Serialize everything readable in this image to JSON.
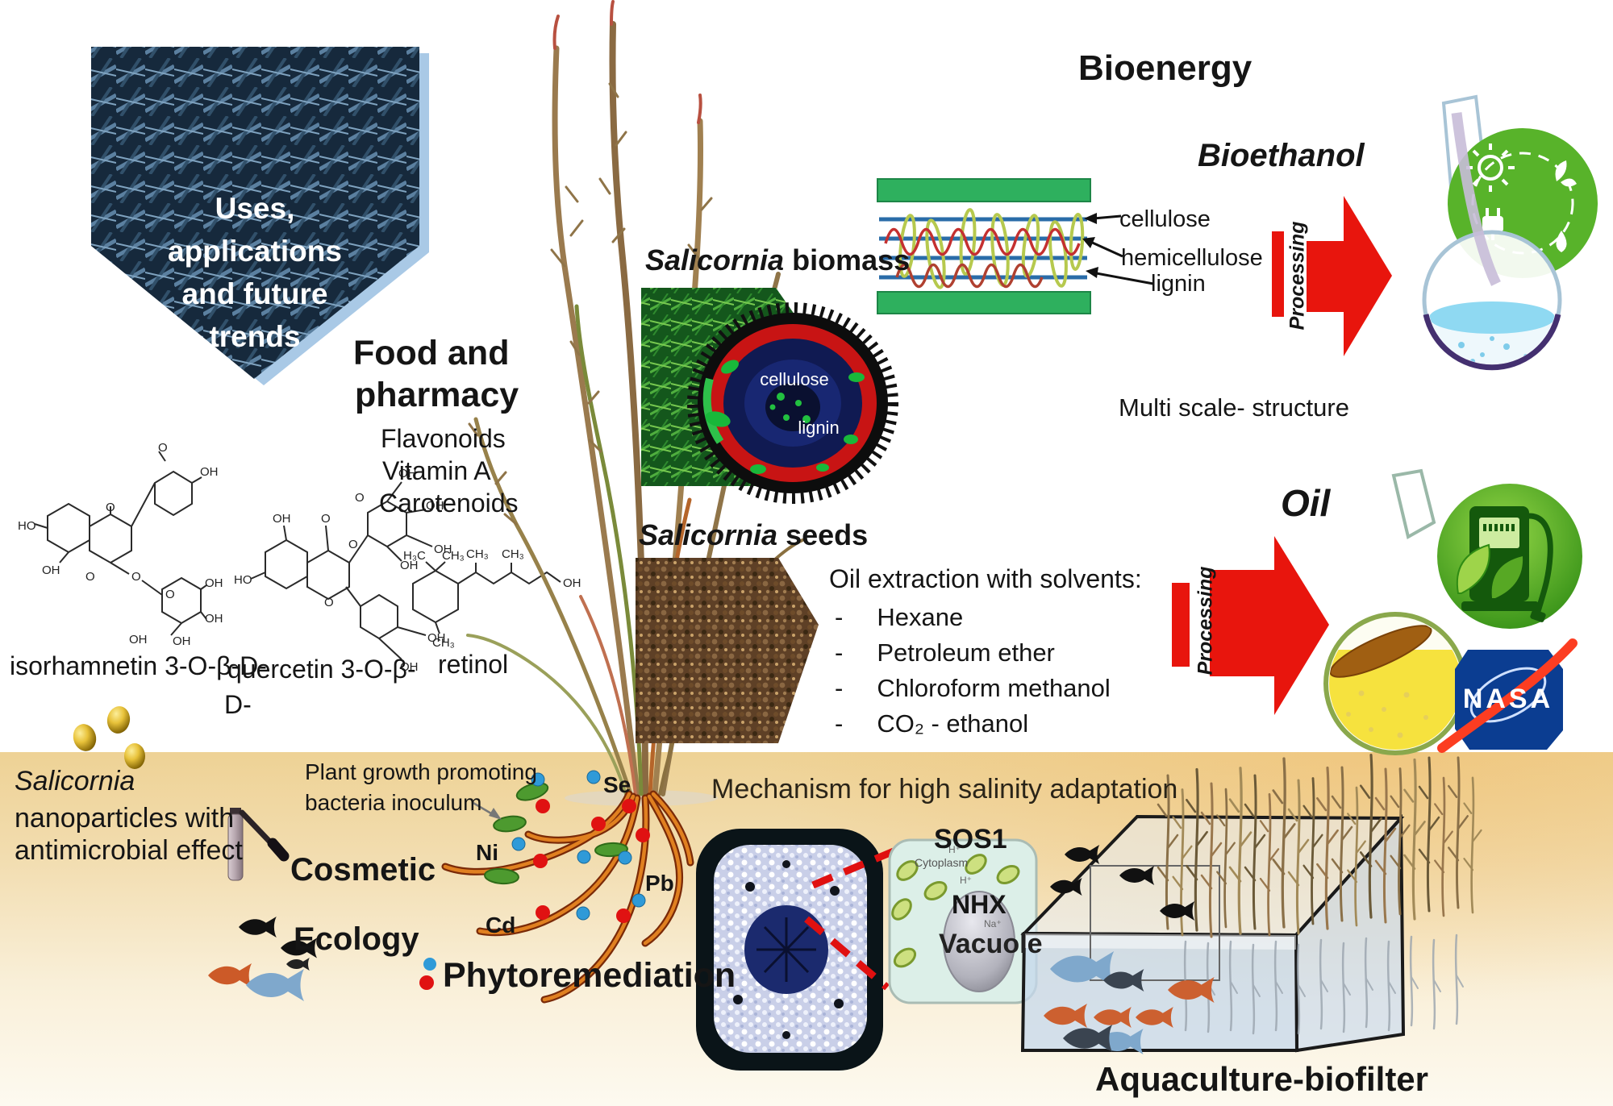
{
  "pentagon": {
    "lines": [
      "Uses,",
      "applications",
      "and future",
      "trends"
    ]
  },
  "food_pharmacy": {
    "title_line1": "Food and",
    "title_line2": "pharmacy",
    "items": [
      "Flavonoids",
      "Vitamin A",
      "Carotenoids"
    ]
  },
  "compounds": {
    "isorhamnetin": {
      "label": "isorhamnetin 3-O-β-D-",
      "atoms": [
        "HO",
        "O",
        "O",
        "OH",
        "OH",
        "O",
        "O",
        "O",
        "OH",
        "OH",
        "OH",
        "OH"
      ]
    },
    "quercetin": {
      "label": "quercetin 3-O-β-",
      "label2": "D-",
      "atoms": [
        "OH",
        "O",
        "OH",
        "O",
        "OH",
        "O",
        "OH",
        "OH",
        "HO",
        "O",
        "OH",
        "OH"
      ]
    },
    "retinol": {
      "label": "retinol",
      "atoms": [
        "H₃C",
        "CH₃",
        "CH₃",
        "CH₃",
        "OH",
        "CH₃"
      ]
    }
  },
  "biomass": {
    "label_italic": "Salicornia",
    "label_bold": " biomass"
  },
  "seeds": {
    "label_italic": "Salicornia",
    "label_bold": " seeds"
  },
  "cellwall": {
    "labels": [
      "cellulose",
      "hemicellulose",
      "lignin"
    ]
  },
  "multiscale": {
    "caption": "Multi scale- structure",
    "inner_labels": [
      "cellulose",
      "lignin"
    ]
  },
  "bioenergy": {
    "title": "Bioenergy",
    "bioethanol": "Bioethanol",
    "processing": "Processing",
    "oil": "Oil"
  },
  "oil_extraction": {
    "title": "Oil extraction with solvents:",
    "bullet": "-",
    "items": [
      "Hexane",
      "Petroleum ether",
      "Chloroform methanol",
      "CO₂ - ethanol"
    ]
  },
  "nasa": {
    "text": "NASA"
  },
  "nanoparticles": {
    "line1": "Salicornia",
    "line2": "nanoparticles with",
    "line3": "antimicrobial effect"
  },
  "cosmetic": {
    "label": "Cosmetic"
  },
  "ecology": {
    "label": "Ecology"
  },
  "pgpb": {
    "line1": "Plant growth promoting",
    "line2": "bacteria inoculum"
  },
  "metals": {
    "se": "Se",
    "ni": "Ni",
    "pb": "Pb",
    "cd": "Cd"
  },
  "phytoremediation": {
    "label": "Phytoremediation"
  },
  "salinity": {
    "heading": "Mechanism for high salinity adaptation",
    "sos1": "SOS1",
    "cytoplasm": "Cytoplasm",
    "h1": "H⁺",
    "h2": "H⁺",
    "nhx": "NHX",
    "na": "Na⁺",
    "vacuole": "Vacuole"
  },
  "aquaculture": {
    "label": "Aquaculture-biofilter"
  },
  "colors": {
    "accent_red": "#e8150d",
    "green_bar": "#2eb05e",
    "nasa_blue": "#0b3d91",
    "nasa_red": "#fc3d21",
    "band_gold": "#eed295"
  }
}
